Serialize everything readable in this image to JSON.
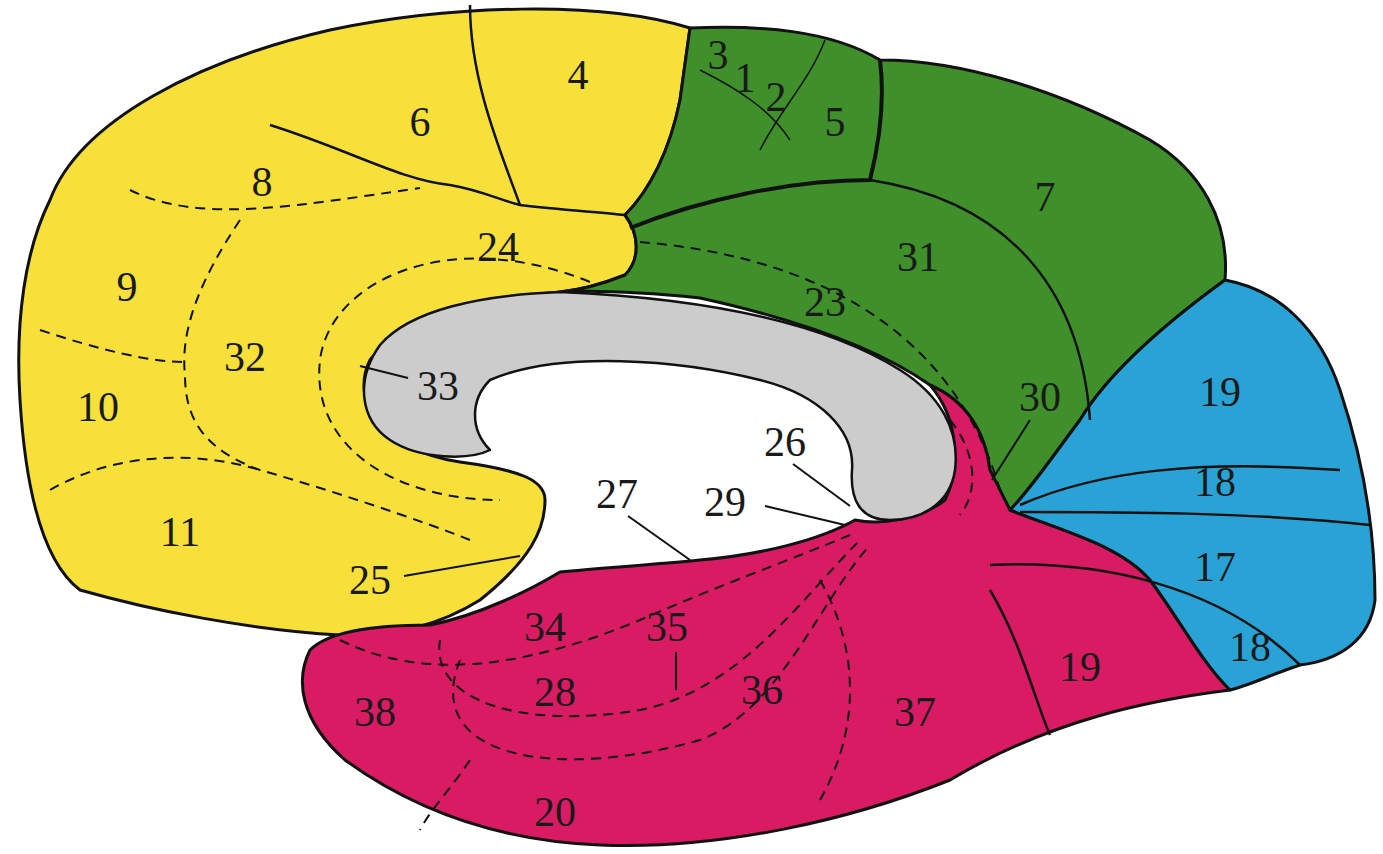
{
  "diagram": {
    "labels": [
      "4",
      "3",
      "1",
      "2",
      "5",
      "6",
      "8",
      "7",
      "24",
      "31",
      "9",
      "23",
      "32",
      "33",
      "19",
      "10",
      "30",
      "26",
      "27",
      "29",
      "18",
      "17",
      "11",
      "25",
      "34",
      "35",
      "18",
      "19",
      "38",
      "28",
      "36",
      "37",
      "20"
    ]
  }
}
